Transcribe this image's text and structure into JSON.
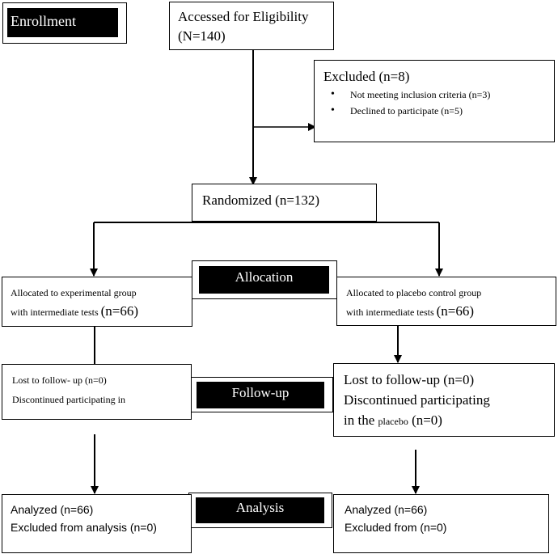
{
  "phases": {
    "enrollment": "Enrollment",
    "allocation": "Allocation",
    "followup": "Follow-up",
    "analysis": "Analysis"
  },
  "eligibility": {
    "line1": "Accessed for Eligibility",
    "line2": "(N=140)"
  },
  "excluded": {
    "title": "Excluded (n=8)",
    "items": [
      "Not meeting inclusion criteria (n=3)",
      "Declined to participate (n=5)"
    ]
  },
  "randomized": "Randomized (n=132)",
  "allocated_left": {
    "line1": "Allocated to experimental group",
    "line2a": "with intermediate tests ",
    "line2b": "(n=66)"
  },
  "allocated_right": {
    "line1": "Allocated to placebo control group",
    "line2a": "with intermediate tests ",
    "line2b": "(n=66)"
  },
  "followup_left": {
    "line1": "Lost to follow- up (n=0)",
    "line2": "Discontinued participating in"
  },
  "followup_right": {
    "line1": "Lost to follow-up (n=0)",
    "line2": "Discontinued participating",
    "line3a": "in the ",
    "line3b": "placebo",
    "line3c": " (n=0)"
  },
  "analysis_left": {
    "line1": "Analyzed (n=66)",
    "line2": "Excluded from analysis (n=0)"
  },
  "analysis_right": {
    "line1": "Analyzed (n=66)",
    "line2": "Excluded from (n=0)"
  }
}
